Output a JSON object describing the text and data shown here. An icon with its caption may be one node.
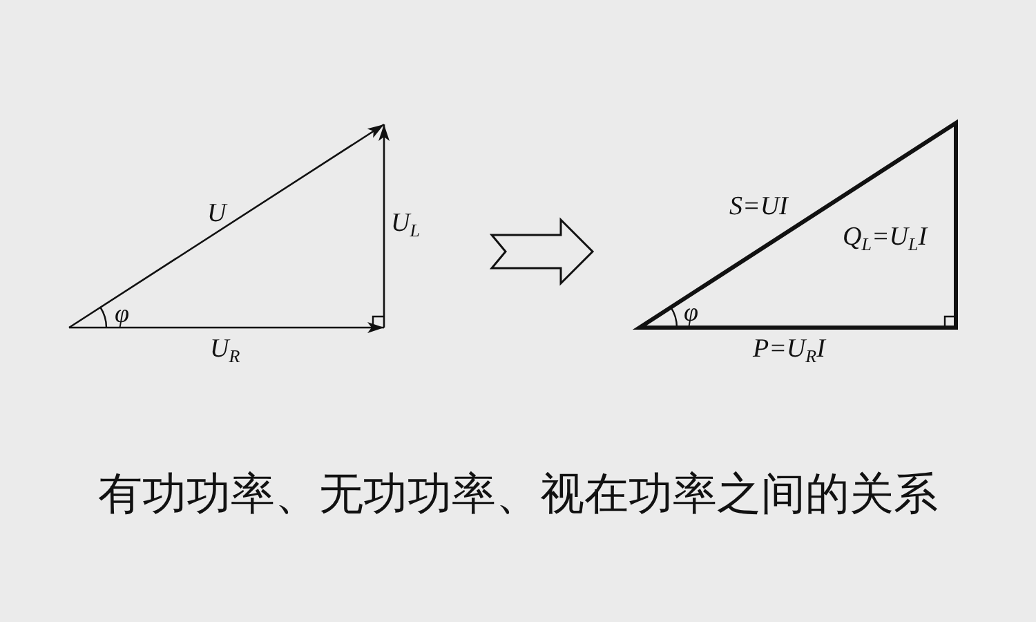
{
  "diagram": {
    "caption": "有功功率、无功功率、视在功率之间的关系",
    "nodes": [
      {
        "text": [
          "U",
          "U$_{L}$",
          "φ",
          "U$_{R}$"
        ]
      },
      {
        "text": [
          "S=UI",
          "Q$_{L}$=U$_{L}$I",
          "φ",
          "P=U$_{R}$I"
        ]
      }
    ],
    "edges": [
      {
        "from": 0,
        "to": 1,
        "arrow": "to"
      }
    ]
  }
}
